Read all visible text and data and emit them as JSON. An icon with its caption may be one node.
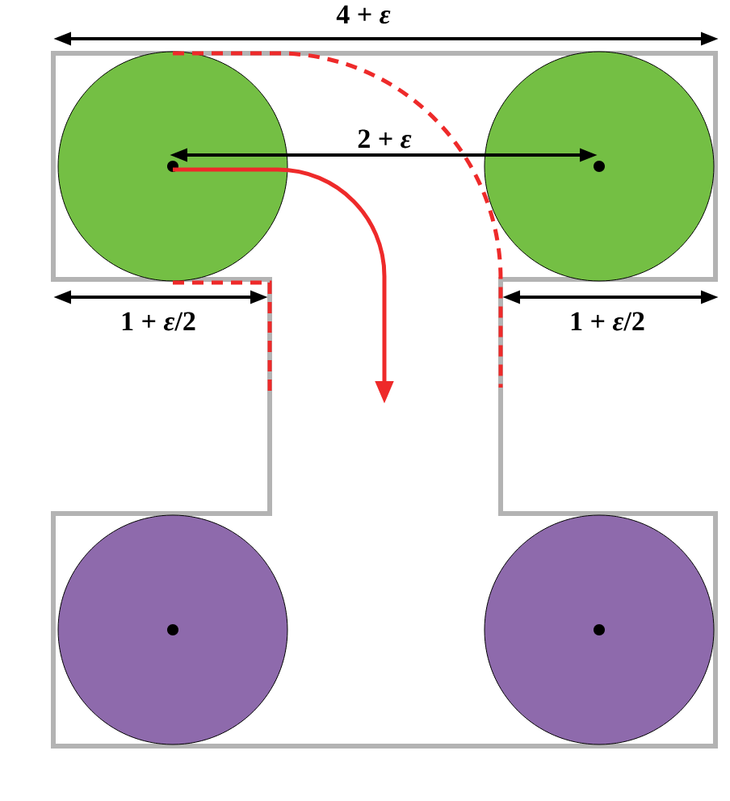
{
  "diagram": {
    "labels": [
      "4 + *ε*",
      "2 + *ε*",
      "1 + *ε*/2",
      "1 + *ε*/2"
    ]
  }
}
